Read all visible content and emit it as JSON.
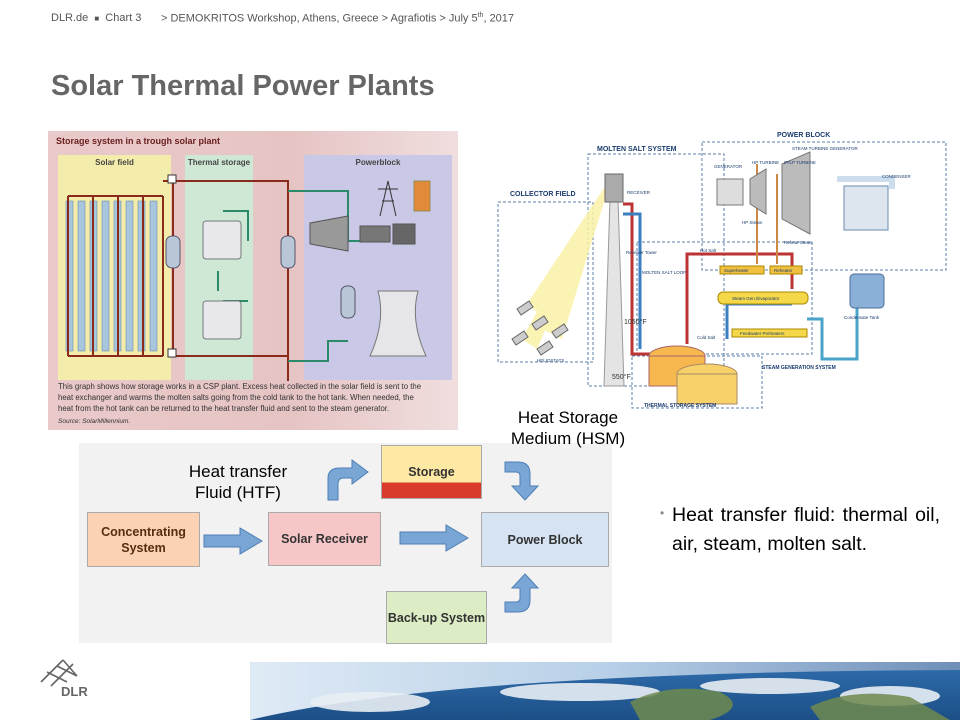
{
  "header": {
    "site": "DLR.de",
    "chart": "Chart 3",
    "event": "> DEMOKRITOS Workshop, Athens, Greece",
    "author": "> Agrafiotis > July 5",
    "date_sup": "th",
    "year": ", 2017"
  },
  "title": "Solar Thermal Power Plants",
  "left_figure": {
    "heading": "Storage system in a trough solar plant",
    "sections": [
      "Solar field",
      "Thermal storage",
      "Powerblock"
    ],
    "caption_lines": [
      "This graph shows how storage works in a CSP plant. Excess heat collected in the solar field is sent to the",
      "heat exchanger and warms the molten salts going from the cold tank to the hot tank. When needed, the",
      "heat from the hot tank can be returned to the heat transfer fluid and sent to the steam generator."
    ],
    "source": "Source: SolarMillennium."
  },
  "right_figure": {
    "power_block": "POWER BLOCK",
    "molten_salt_system": "MOLTEN SALT SYSTEM",
    "collector_field": "COLLECTOR FIELD",
    "steam_turbine_generator": "STEAM TURBINE GENERATOR",
    "generator": "GENERATOR",
    "hp_turbine": "HP TURBINE",
    "ip_lp_turbine": "IP/LP TURBINE",
    "condenser": "CONDENSER",
    "receiver": "RECEIVER",
    "receiver_tower": "Receiver Tower",
    "hp_steam": "HP Steam",
    "reheat_steam": "Reheat Steam",
    "hot_salt": "Hot Salt",
    "superheater": "Superheater",
    "reheater": "Reheater",
    "molten_salt_loop": "MOLTEN SALT LOOP",
    "steam_gen": "Steam Gen./Evaporator",
    "cold_salt": "Cold Salt",
    "feedwater": "Feedwater Preheaters",
    "condensate_tank": "Condensate Tank",
    "temp_hot": "1050°F",
    "temp_cold": "550°F",
    "heliostats": "HELIOSTATS",
    "steam_generation_system": "STEAM GENERATION SYSTEM",
    "thermal_storage_system": "THERMAL STORAGE SYSTEM"
  },
  "flow": {
    "concentrating": "Concentrating System",
    "receiver": "Solar Receiver",
    "storage": "Storage",
    "power_block": "Power Block",
    "backup": "Back-up System",
    "htf_label": "Heat transfer Fluid (HTF)",
    "hsm_label": "Heat Storage Medium (HSM)"
  },
  "bullet": "Heat transfer fluid: thermal oil, air, steam, molten salt.",
  "logo": {
    "text": "DLR"
  },
  "colors": {
    "arrow": "#5b8fc9",
    "concentrating": "#fbd3b4",
    "receiver": "#f7c6c7",
    "storage_top": "#fde9a4",
    "storage_bottom": "#d83a2b",
    "power_block": "#d5e3f3",
    "backup": "#dcecc4"
  }
}
